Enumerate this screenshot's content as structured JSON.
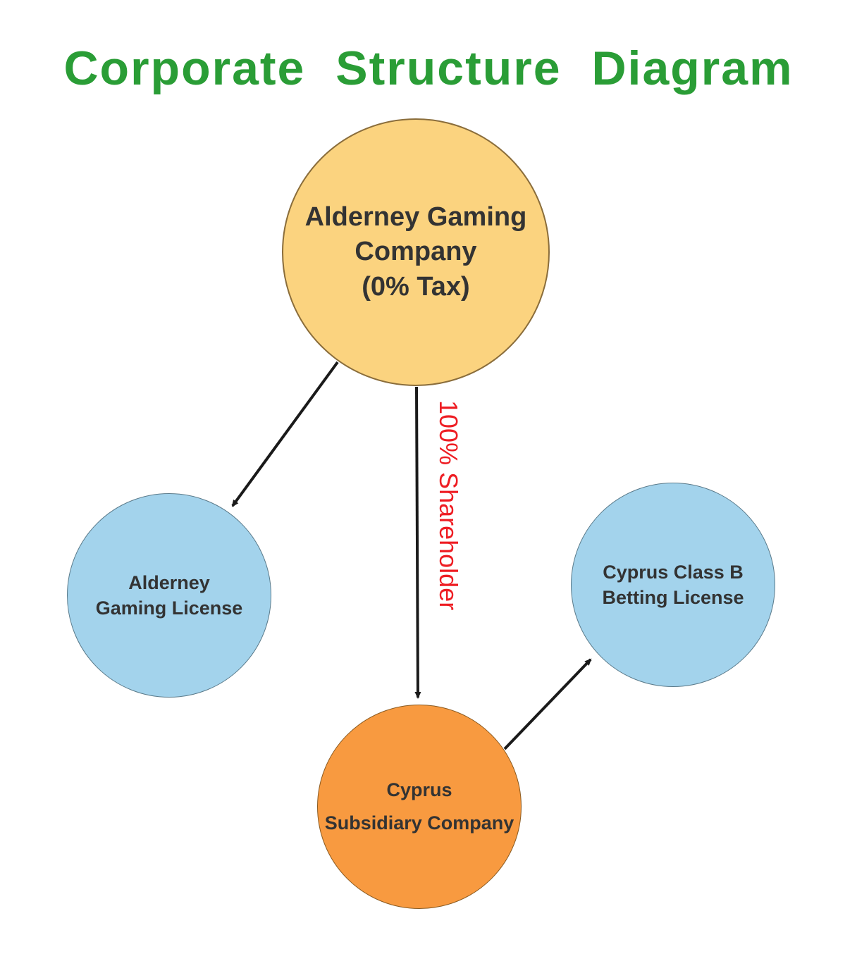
{
  "title": "Corporate Structure Diagram",
  "colors": {
    "title_green": "#2a9d36",
    "parent_fill": "#fbd37f",
    "license_fill": "#a3d3ec",
    "subsidiary_fill": "#f89a40",
    "edge_label_red": "#ee1d23",
    "arrow_stroke": "#1a1a1a",
    "node_text": "#333333"
  },
  "nodes": {
    "parent": {
      "lines": {
        "0": "Alderney Gaming",
        "1": "Company",
        "2": "(0% Tax)"
      }
    },
    "alderney_license": {
      "lines": {
        "0": "Alderney",
        "1": "Gaming License"
      }
    },
    "cyprus_license": {
      "lines": {
        "0": "Cyprus Class B",
        "1": "Betting License"
      }
    },
    "subsidiary": {
      "lines": {
        "0": "Cyprus",
        "1": "Subsidiary Company"
      }
    }
  },
  "edges": {
    "shareholder_label": "100% Shareholder"
  }
}
